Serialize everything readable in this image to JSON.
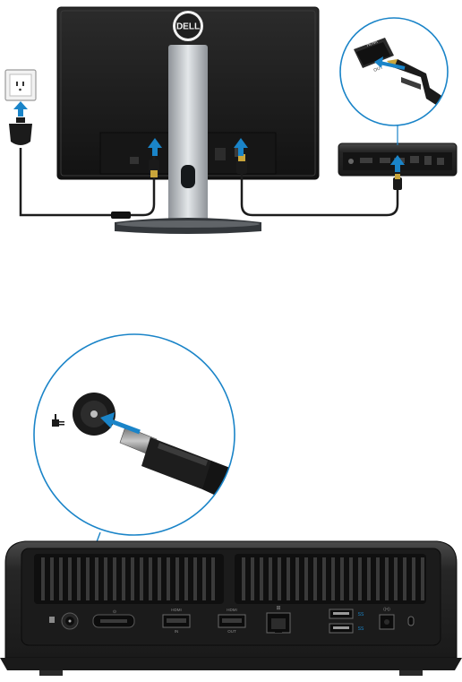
{
  "figure_top": {
    "monitor_brand": "DELL",
    "port_zoom_labels": [
      "HDMI",
      "OUT"
    ]
  },
  "figure_bottom": {
    "port_labels": {
      "hdmi_in": [
        "HDMI",
        "IN"
      ],
      "hdmi_out": [
        "HDMI",
        "OUT"
      ],
      "usb": "SS",
      "optical": "((•))"
    },
    "power_symbol": "⎓",
    "audio_symbol": "⊙"
  },
  "colors": {
    "arrow": "#1a84c8",
    "monitor_body": "#1f1f1f",
    "device_body": "#2a2a2a",
    "stand_silver": "#b8bcc0",
    "zoom_circle_stroke": "#1a84c8",
    "cable": "#1c1c1c"
  }
}
